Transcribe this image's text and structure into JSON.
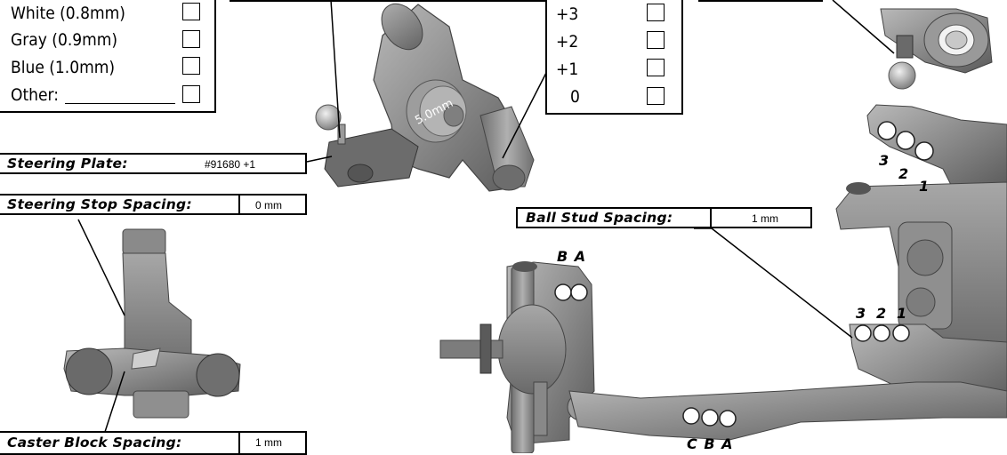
{
  "diff_fluid": {
    "rows": [
      {
        "label": "White (0.8mm)"
      },
      {
        "label": "Gray (0.9mm)"
      },
      {
        "label": "Blue (1.0mm)"
      },
      {
        "label": "Other:"
      }
    ]
  },
  "spacer_table": {
    "rows": [
      {
        "label": "+3"
      },
      {
        "label": "+2"
      },
      {
        "label": "+1"
      },
      {
        "label": "0"
      }
    ]
  },
  "steering_plate": {
    "label": "Steering Plate:",
    "value": "#91680 +1"
  },
  "steering_stop": {
    "label": "Steering Stop Spacing:",
    "value": "0 mm"
  },
  "ball_stud": {
    "label": "Ball Stud Spacing:",
    "value": "1 mm"
  },
  "caster_block": {
    "label": "Caster Block Spacing:",
    "value": "1 mm"
  },
  "steering_hub_label": "5.0mm",
  "hole_labels": {
    "tower": [
      "3",
      "2",
      "1"
    ],
    "bulkhead": [
      "3",
      "2",
      "1"
    ],
    "caster_top": "B A",
    "arm_bottom": "C B A"
  },
  "colors": {
    "part_gray": "#8e8e8e",
    "part_dark": "#5f5f5f",
    "line": "#000000"
  }
}
